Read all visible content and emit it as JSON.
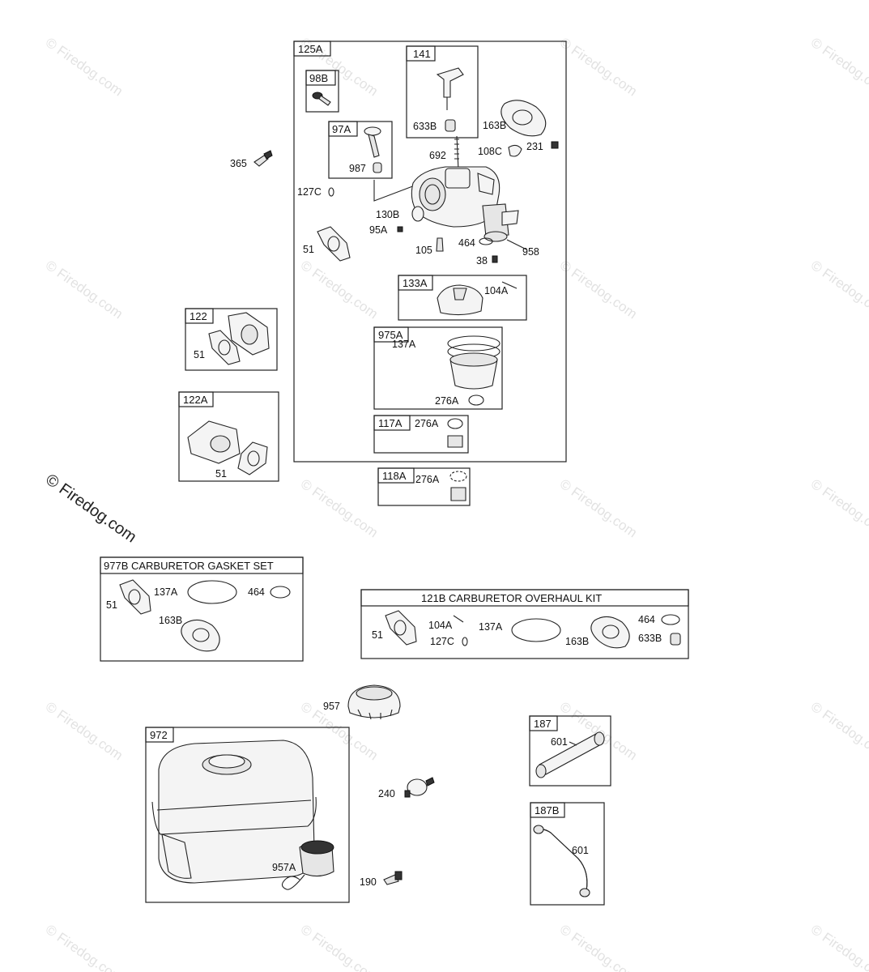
{
  "watermark": "© Firedog.com",
  "assemblies": {
    "a125A": "125A",
    "a141": "141",
    "a98B": "98B",
    "a97A": "97A",
    "a133A": "133A",
    "a975A": "975A",
    "a117A": "117A",
    "a118A": "118A",
    "a122": "122",
    "a122A": "122A",
    "a977B": "977B CARBURETOR GASKET SET",
    "a121B": "121B CARBURETOR OVERHAUL KIT",
    "a972": "972",
    "a187": "187",
    "a187B": "187B"
  },
  "labels": {
    "p365": "365",
    "p633B": "633B",
    "p163B": "163B",
    "p692": "692",
    "p108C": "108C",
    "p231": "231",
    "p987": "987",
    "p127C": "127C",
    "p130B": "130B",
    "p95A": "95A",
    "p51": "51",
    "p105": "105",
    "p464": "464",
    "p958": "958",
    "p38": "38",
    "p104A": "104A",
    "p137A": "137A",
    "p276A": "276A",
    "p957": "957",
    "p240": "240",
    "p957A": "957A",
    "p190": "190",
    "p601": "601"
  }
}
